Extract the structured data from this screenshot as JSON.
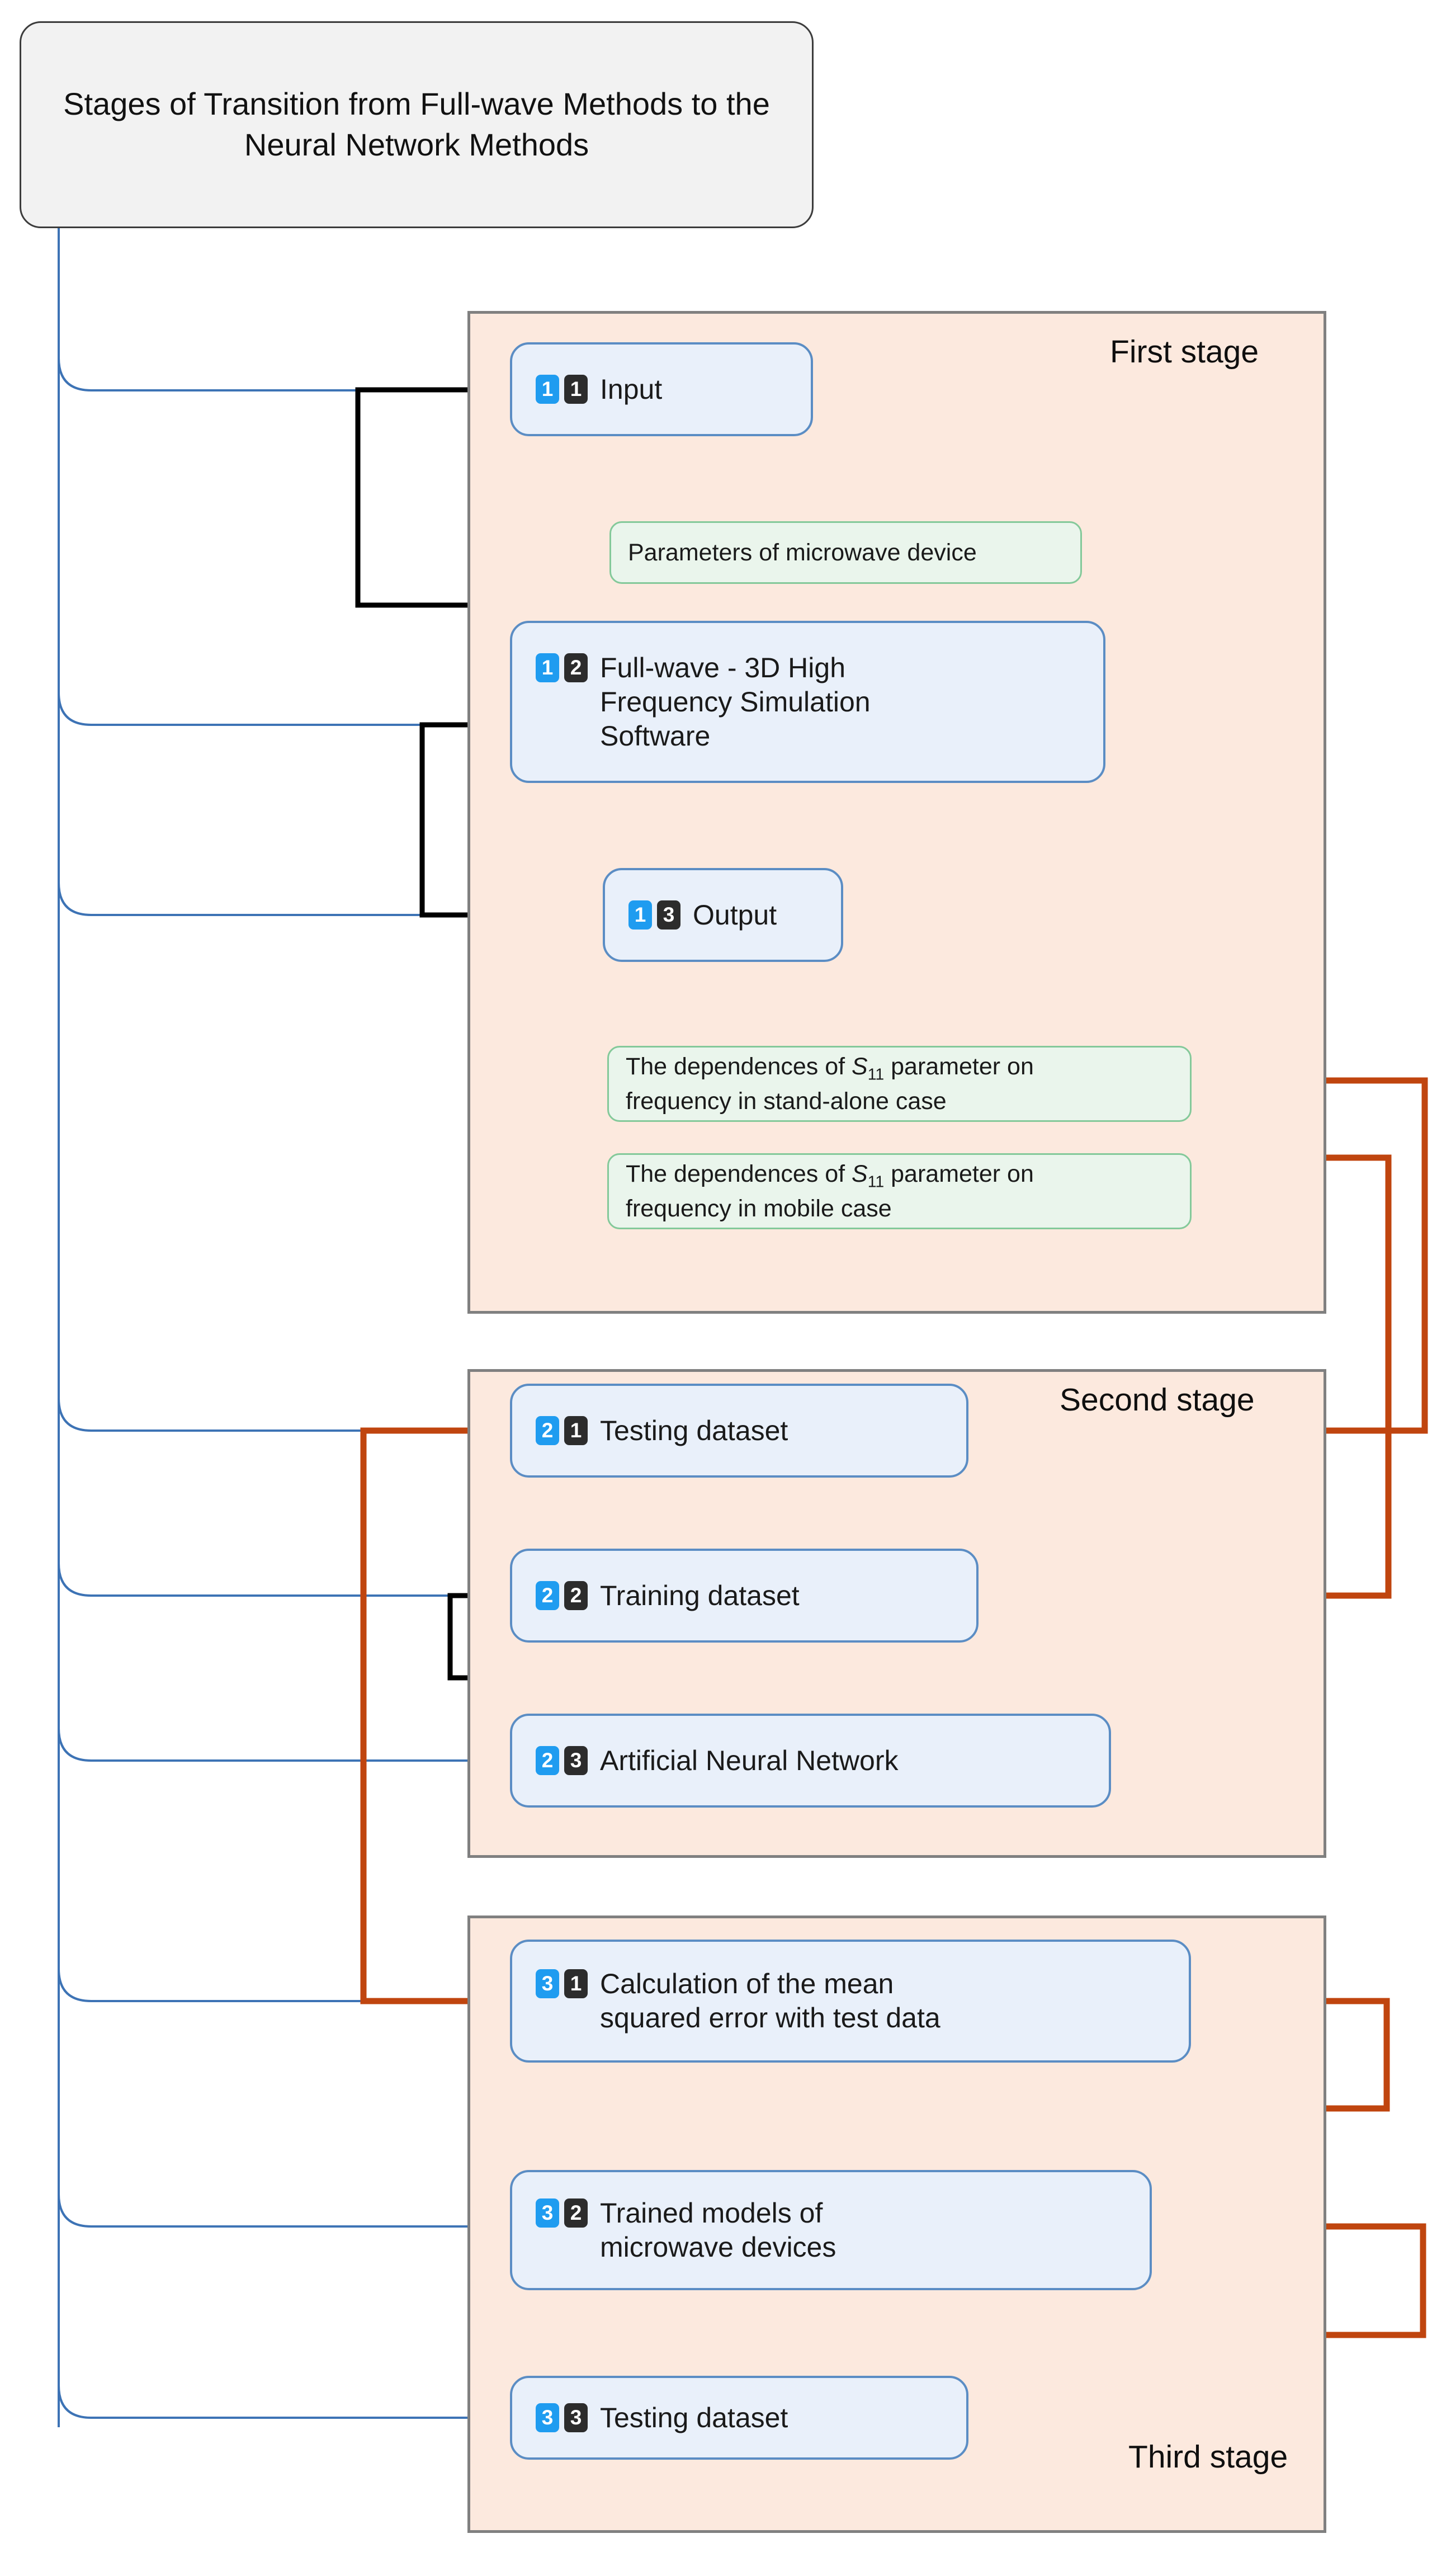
{
  "title": {
    "text": "Stages of Transition from Full-wave Methods to the Neural Network Methods"
  },
  "stages": [
    {
      "label": "First stage"
    },
    {
      "label": "Second stage"
    },
    {
      "label": "Third stage"
    }
  ],
  "nodes": [
    {
      "badge_major": "1",
      "badge_minor": "1",
      "label": "Input"
    },
    {
      "badge_major": "1",
      "badge_minor": "2",
      "label": "Full-wave - 3D High\nFrequency Simulation\nSoftware"
    },
    {
      "badge_major": "1",
      "badge_minor": "3",
      "label": "Output"
    },
    {
      "badge_major": "2",
      "badge_minor": "1",
      "label": "Testing dataset"
    },
    {
      "badge_major": "2",
      "badge_minor": "2",
      "label": "Training dataset"
    },
    {
      "badge_major": "2",
      "badge_minor": "3",
      "label": "Artificial Neural Network"
    },
    {
      "badge_major": "3",
      "badge_minor": "1",
      "label": "Calculation of the mean\nsquared error with test data"
    },
    {
      "badge_major": "3",
      "badge_minor": "2",
      "label": "Trained models of\nmicrowave devices"
    },
    {
      "badge_major": "3",
      "badge_minor": "3",
      "label": "Testing dataset"
    }
  ],
  "leaves": [
    {
      "label": "Parameters of microwave device"
    },
    {
      "pre": "The dependences of ",
      "sym": "S",
      "subscript": "11",
      "post": " parameter on\nfrequency in stand-alone case"
    },
    {
      "pre": "The dependences of ",
      "sym": "S",
      "subscript": "11",
      "post": " parameter on\nfrequency in mobile case"
    }
  ],
  "colors": {
    "stage_fill": "#FCE9DE",
    "stage_border": "#808080",
    "node_fill": "#E9F0FA",
    "node_border": "#5B8DC4",
    "leaf_fill": "#EAF5EC",
    "leaf_border": "#84C99A",
    "badge_blue": "#1F9CF0",
    "badge_dark": "#2C2C2C",
    "wire_blue": "#3D73B5",
    "wire_black": "#000000",
    "wire_orange": "#C0450F",
    "wire_green": "#84C99A",
    "title_fill": "#F2F2F2",
    "title_border": "#3C3C3C"
  }
}
